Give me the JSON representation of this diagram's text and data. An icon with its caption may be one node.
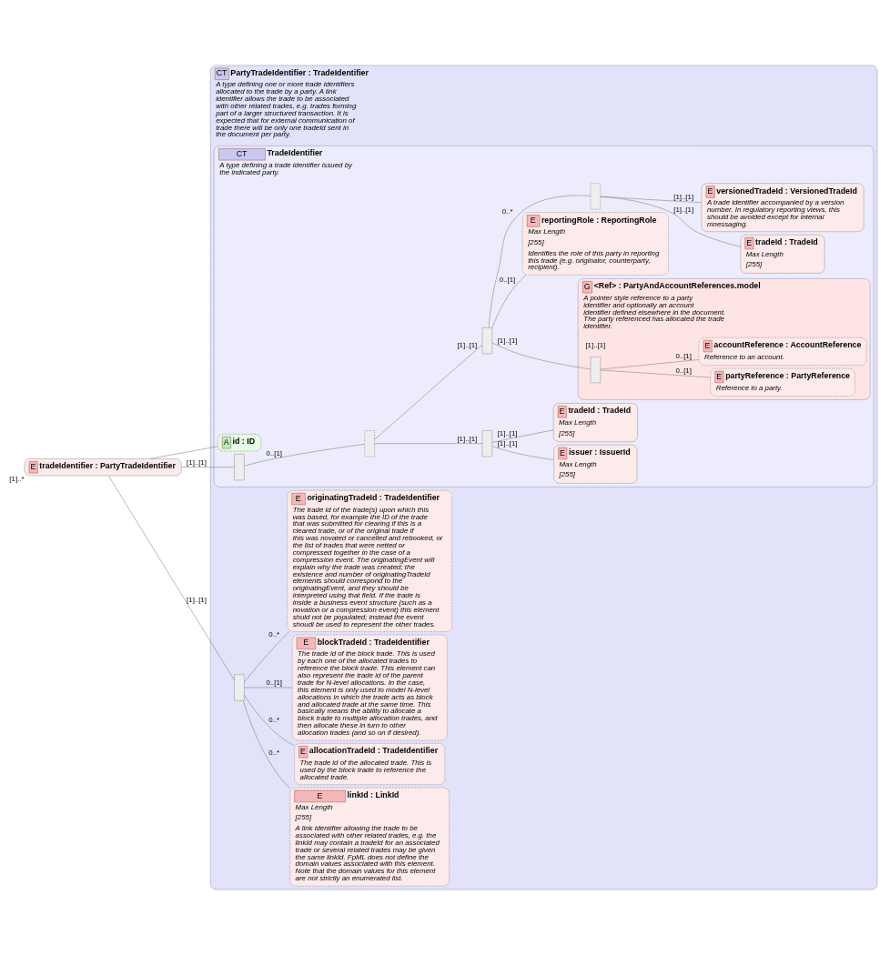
{
  "diagram": {
    "nodes": [
      {
        "text": [
          "E",
          "tradeIdentifier : PartyTradeIdentifier"
        ],
        "beside": [
          "[1]..*"
        ]
      },
      {
        "text": [
          "CT",
          "PartyTradeIdentifier : TradeIdentifier",
          "A type defining one or more trade identifiers allocated to the trade by a party. A link identifier allows the trade to be associated with other related trades, e.g. trades forming part of a larger structured transaction. It is expected that for external communication of trade there will be only one tradeId sent in the document per party."
        ]
      },
      {
        "text": [
          "CT",
          "TradeIdentifier",
          "A type defining a trade identifier issued by the indicated party."
        ],
        "in": 1
      },
      {
        "text": [
          "A",
          "id : ID"
        ],
        "in": 2
      },
      {
        "text": [],
        "shape": "box",
        "in": 2
      },
      {
        "text": [],
        "shape": "box",
        "in": 2
      },
      {
        "text": [],
        "shape": "box",
        "in": 2
      },
      {
        "text": [
          "E",
          "issuer : IssuerId",
          "Max Length",
          "[255]"
        ],
        "in": 2
      },
      {
        "text": [
          "E",
          "tradeId : TradeId",
          "Max Length",
          "[255]"
        ],
        "in": 2
      },
      {
        "text": [],
        "shape": "box",
        "in": 2
      },
      {
        "text": [
          "G",
          "<Ref> : PartyAndAccountReferences.model",
          "A pointer style reference to a party identifier and optionally an account identifier defined elsewhere in the document. The party referenced has allocated the trade identifier."
        ],
        "beside": [
          "[1]..[1]"
        ],
        "in": 2
      },
      {
        "text": [],
        "shape": "box",
        "in": 10
      },
      {
        "text": [
          "E",
          "partyReference : PartyReference",
          "Reference to a party."
        ],
        "in": 10
      },
      {
        "text": [
          "E",
          "accountReference : AccountReference",
          "Reference to an account."
        ],
        "in": 10
      },
      {
        "text": [
          "E",
          "reportingRole : ReportingRole",
          "Max Length",
          "[255]",
          "Identifies the role of this party in reporting this trade (e.g. originator, counterparty, recipient)."
        ],
        "in": 2
      },
      {
        "text": [],
        "shape": "box",
        "in": 2
      },
      {
        "text": [
          "E",
          "tradeId : TradeId",
          "Max Length",
          "[255]"
        ],
        "in": 2
      },
      {
        "text": [
          "E",
          "versionedTradeId : VersionedTradeId",
          "A trade identifier accompanied by a version number. In regulatory reporting views, this should be avoided except for internal mnessaging."
        ],
        "in": 2
      },
      {
        "text": [],
        "shape": "box",
        "in": 1
      },
      {
        "text": [
          "E",
          "linkId : LinkId",
          "Max Length",
          "[255]",
          "A link identifier allowing the trade to be associated with other related trades, e.g. the linkId may contain a tradeId for an associated trade or several related trades may be given the same linkId. FpML does not define the domain values associated with this element. Note that the domain values for this element are not strictly an enumerated list."
        ],
        "in": 1
      },
      {
        "text": [
          "E",
          "allocationTradeId : TradeIdentifier",
          "The trade id of the allocated trade. This is used by the block trade to reference the allocated trade."
        ],
        "in": 1
      },
      {
        "text": [
          "E",
          "blockTradeId : TradeIdentifier",
          "The trade id of the block trade. This is used by each one of the allocated trades to reference the block trade. This element can also represent the trade id of the parent trade for N-level allocations. In the case, this element is only used to model N-level allocations in which the trade acts as block and allocated trade at the same time. This basically means the ability to allocate a block trade to multiple allocation trades, and then allocate these in turn to other allocation trades (and so on if desired)."
        ],
        "in": 1
      },
      {
        "text": [
          "E",
          "originatingTradeId : TradeIdentifier",
          "The trade id of the trade(s) upon which this was based, for example the ID of the trade that was submitted for clearing if this is a cleared trade, or of the original trade if this was novated or cancelled and rebooked, or the list of trades that were netted or compressed together in the case of a compression event. The originatingEvent will explain why the trade was created; the existence and number of originatingTradeId elements should correspond to the originatingEvent, and they should be interpreted using that field. If the trade is inside a business event structure (such as a novation or a compression event) this element shuld not be populated; instead the event shoudl be used to represent the other trades."
        ],
        "in": 1
      }
    ],
    "edges": [
      {
        "from": 0,
        "to": 3,
        "arrow": "none"
      },
      {
        "from": 0,
        "to": 4,
        "arrow": "none",
        "label": "[1]..[1]"
      },
      {
        "from": 0,
        "to": 18,
        "arrow": "none",
        "label": "[1]..[1]"
      },
      {
        "from": 4,
        "to": 5,
        "arrow": "none",
        "label": "0..[1]"
      },
      {
        "from": 5,
        "to": 6,
        "arrow": "none",
        "label": "[1]..[1]"
      },
      {
        "from": 5,
        "to": 9,
        "arrow": "none",
        "label": "[1]..[1]"
      },
      {
        "from": 6,
        "to": 7,
        "arrow": "none",
        "label": "[1]..[1]"
      },
      {
        "from": 6,
        "to": 8,
        "arrow": "none",
        "label": "[1]..[1]"
      },
      {
        "from": 9,
        "to": 11,
        "arrow": "none",
        "label": "[1]..[1]"
      },
      {
        "from": 11,
        "to": 12,
        "arrow": "none",
        "label": "0..[1]"
      },
      {
        "from": 11,
        "to": 13,
        "arrow": "none",
        "label": "0..[1]"
      },
      {
        "from": 9,
        "to": 14,
        "arrow": "none",
        "label": "0..[1]"
      },
      {
        "from": 9,
        "to": 15,
        "arrow": "none",
        "label": "0..*"
      },
      {
        "from": 15,
        "to": 16,
        "arrow": "none",
        "label": "[1]..[1]"
      },
      {
        "from": 15,
        "to": 17,
        "arrow": "none",
        "label": "[1]..[1]"
      },
      {
        "from": 18,
        "to": 19,
        "arrow": "none",
        "label": "0..*"
      },
      {
        "from": 18,
        "to": 20,
        "arrow": "none",
        "label": "0..*"
      },
      {
        "from": 18,
        "to": 21,
        "arrow": "none",
        "label": "0..[1]"
      },
      {
        "from": 18,
        "to": 22,
        "arrow": "none",
        "label": "0..*"
      }
    ]
  }
}
